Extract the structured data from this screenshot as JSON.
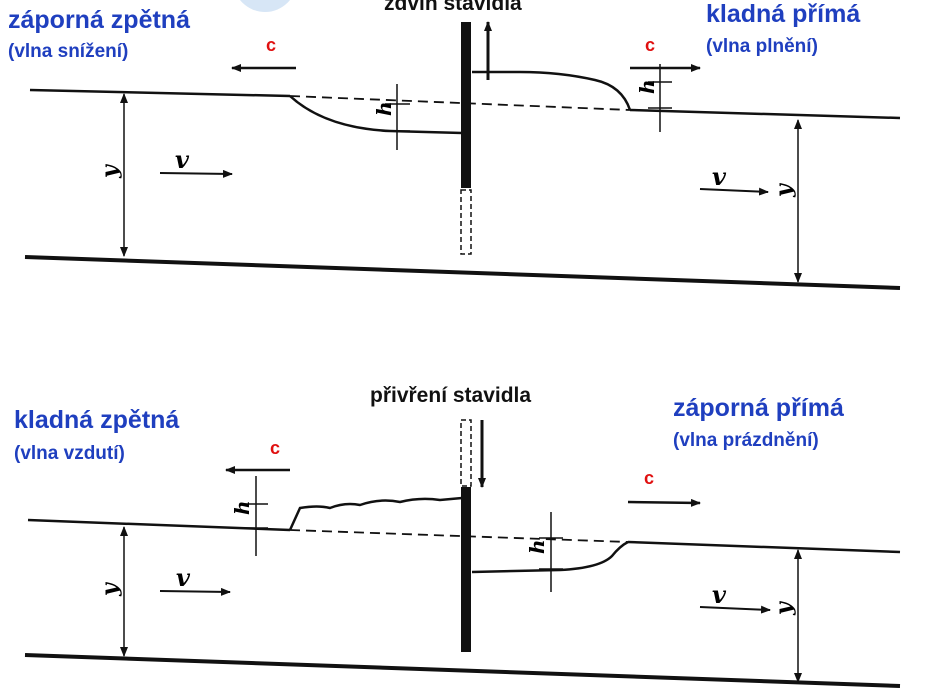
{
  "colors": {
    "blue": "#1f3fbf",
    "red": "#e01010",
    "ink": "#111111",
    "deco": "#d7e6f6"
  },
  "top": {
    "center_label": "zdvih stavidla",
    "left_title": "záporná zpětná",
    "left_sub": "(vlna snížení)",
    "right_title": "kladná přímá",
    "right_sub": "(vlna plnění)",
    "c_left": "c",
    "c_right": "c",
    "v_left": "v",
    "v_right": "v",
    "y_left": "y",
    "y_right": "y",
    "h_left": "h",
    "h_right": "h"
  },
  "bottom": {
    "center_label": "přivření stavidla",
    "left_title": "kladná zpětná",
    "left_sub": "(vlna vzdutí)",
    "right_title": "záporná přímá",
    "right_sub": "(vlna prázdnění)",
    "c_left": "c",
    "c_right": "c",
    "v_left": "v",
    "v_right": "v",
    "y_left": "y",
    "y_right": "y",
    "h_left": "h",
    "h_right": "h"
  }
}
